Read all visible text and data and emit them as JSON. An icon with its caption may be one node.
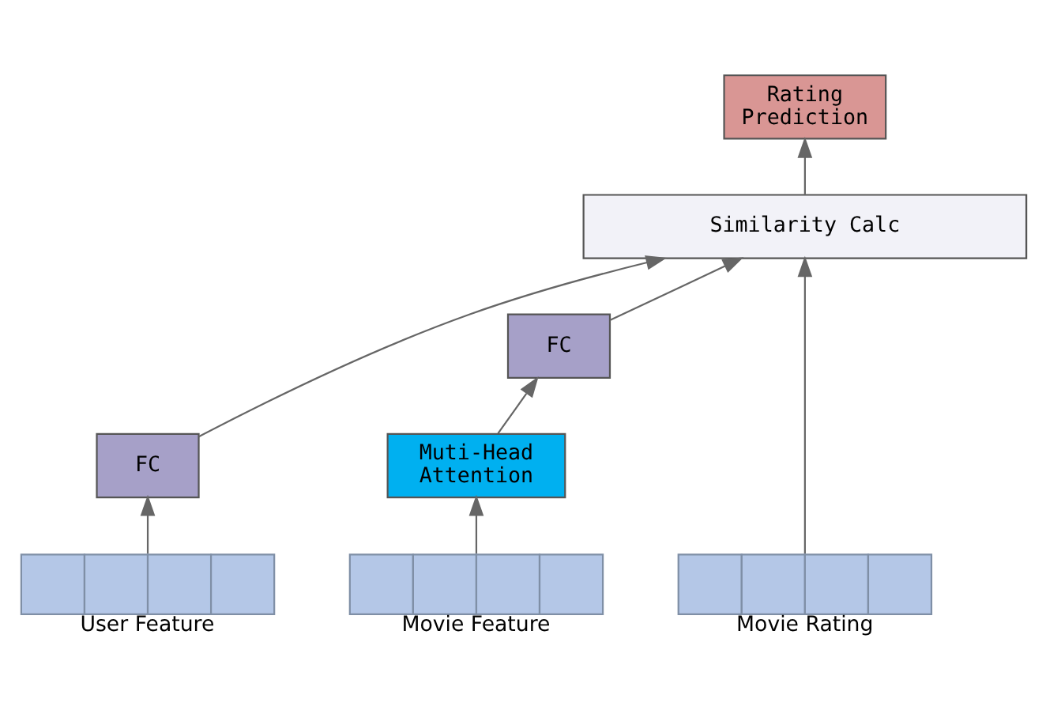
{
  "diagram": {
    "nodes": [
      {
        "text": [
          "Rating Prediction"
        ]
      },
      {
        "text": [
          "Similarity Calc"
        ]
      },
      {
        "text": [
          "FC"
        ]
      },
      {
        "text": [
          "FC"
        ]
      },
      {
        "text": [
          "Muti-Head Attention"
        ]
      },
      {
        "text": [
          "User Feature"
        ]
      },
      {
        "text": [
          "Movie Feature"
        ]
      },
      {
        "text": [
          "Movie Rating"
        ]
      }
    ],
    "edges": [
      {
        "from": 5,
        "to": 2,
        "arrow": "to"
      },
      {
        "from": 2,
        "to": 1,
        "arrow": "to"
      },
      {
        "from": 6,
        "to": 4,
        "arrow": "to"
      },
      {
        "from": 4,
        "to": 3,
        "arrow": "to"
      },
      {
        "from": 3,
        "to": 1,
        "arrow": "to"
      },
      {
        "from": 7,
        "to": 1,
        "arrow": "to"
      },
      {
        "from": 1,
        "to": 0,
        "arrow": "to"
      }
    ]
  }
}
